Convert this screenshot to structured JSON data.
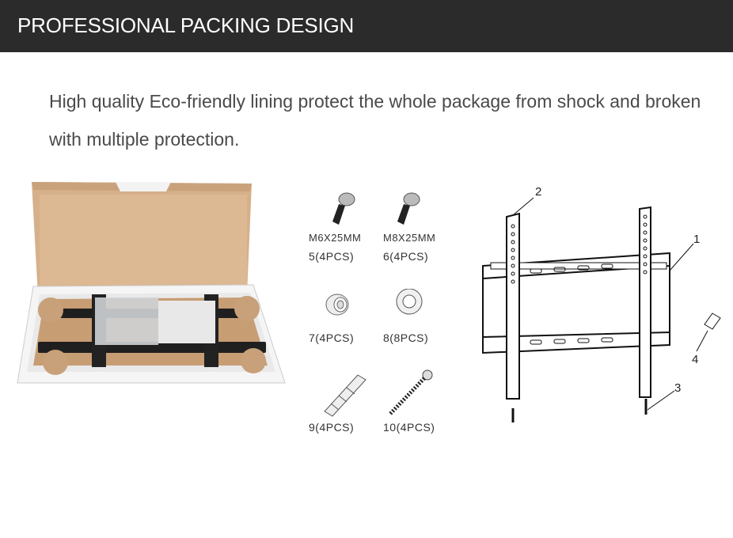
{
  "header": {
    "title": "PROFESSIONAL PACKING DESIGN"
  },
  "description": {
    "line1": "High quality Eco-friendly lining protect the whole package from shock and broken",
    "line2": "with multiple protection."
  },
  "parts": [
    {
      "spec": "M6X25MM",
      "qty": "5(4PCS)",
      "icon": "screw-icon"
    },
    {
      "spec": "M8X25MM",
      "qty": "6(4PCS)",
      "icon": "screw-icon"
    },
    {
      "qty": "7(4PCS)",
      "icon": "spacer-icon"
    },
    {
      "qty": "8(8PCS)",
      "icon": "washer-icon"
    },
    {
      "qty": "9(4PCS)",
      "icon": "anchor-icon"
    },
    {
      "qty": "10(4PCS)",
      "icon": "lag-bolt-icon"
    }
  ],
  "diagram": {
    "callouts": [
      "1",
      "2",
      "3",
      "4"
    ]
  },
  "colors": {
    "header_bg": "#2b2b2b",
    "box": "#d8b48e",
    "bracket": "#1a1a1a"
  }
}
